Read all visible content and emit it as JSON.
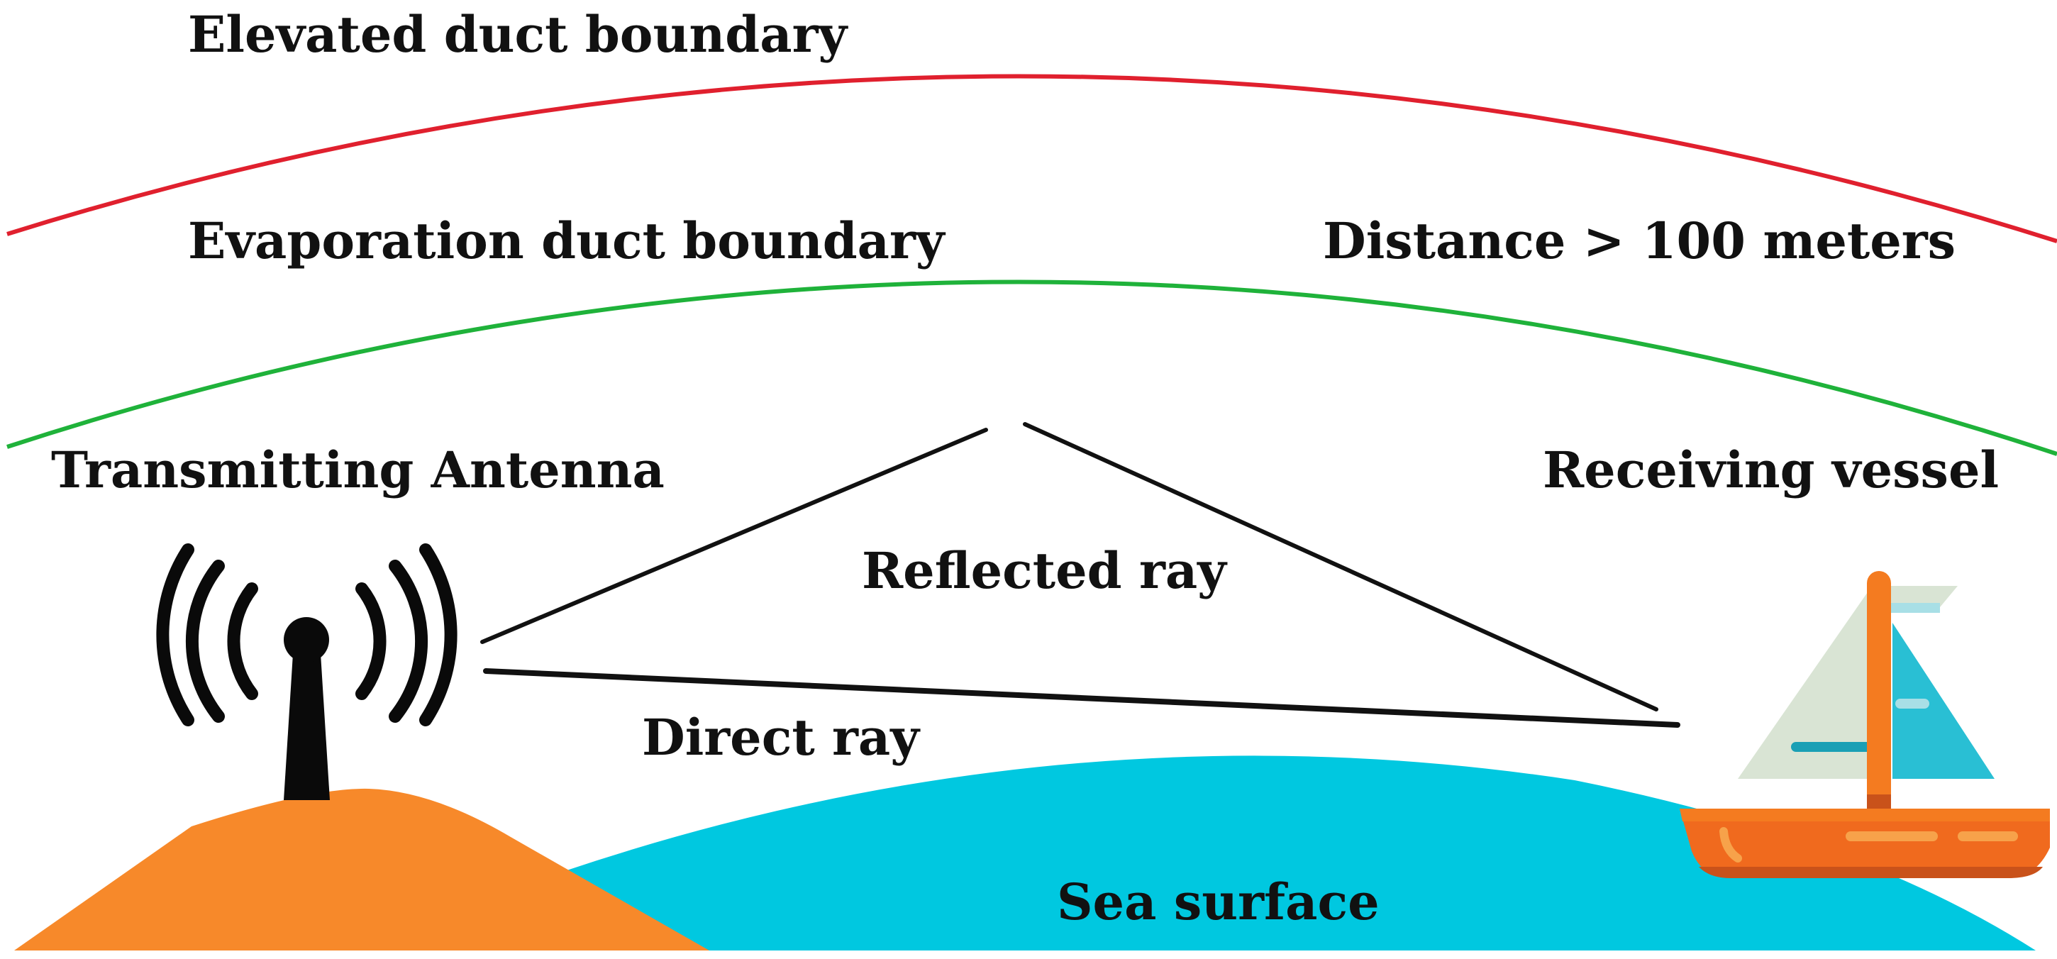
{
  "labels": {
    "elevated_duct": "Elevated duct boundary",
    "evaporation_duct": "Evaporation duct boundary",
    "distance": "Distance > 100 meters",
    "transmitting_antenna": "Transmitting Antenna",
    "receiving_vessel": "Receiving vessel",
    "reflected_ray": "Reflected ray",
    "direct_ray": "Direct ray",
    "sea_surface": "Sea surface"
  },
  "colors": {
    "elevated_duct_line": "#e0202e",
    "evaporation_duct_line": "#1fb23a",
    "sea": "#00c8e0",
    "land": "#f7892a",
    "antenna": "#0a0a0a",
    "ray": "#111111",
    "boat_hull": "#f06a1e",
    "boat_hull_dark": "#c9521a",
    "boat_mast": "#f47b20",
    "sail_main": "#d9e4d4",
    "sail_jib": "#29bfd4"
  },
  "icons": {
    "antenna": "radio-tower-icon",
    "vessel": "sailboat-icon"
  }
}
